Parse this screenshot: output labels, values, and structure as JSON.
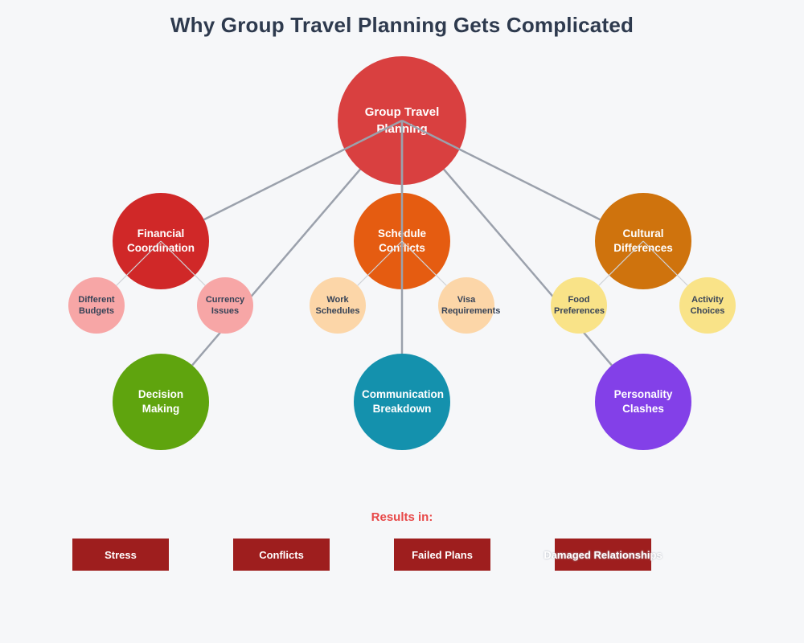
{
  "title": "Why Group Travel Planning Gets Complicated",
  "palette": {
    "background": "#f6f7f9",
    "title_text": "#2e3a4e",
    "edge_thick": "#9ba1ac",
    "edge_thin": "#d0d3d8",
    "node_text_light": "#ffffff",
    "node_text_dark": "#374357"
  },
  "center_node": {
    "label": "Group Travel Planning",
    "color": "#d94040"
  },
  "branches": [
    {
      "label": "Financial Coordination",
      "color": "#d02828",
      "children": [
        {
          "label": "Different Budgets",
          "color": "#f7a6a6"
        },
        {
          "label": "Currency Issues",
          "color": "#f7a6a6"
        }
      ]
    },
    {
      "label": "Schedule Conflicts",
      "color": "#e55c11",
      "children": [
        {
          "label": "Work Schedules",
          "color": "#fcd6a8"
        },
        {
          "label": "Visa Requirements",
          "color": "#fcd6a8"
        }
      ]
    },
    {
      "label": "Cultural Differences",
      "color": "#cf730d",
      "children": [
        {
          "label": "Food Preferences",
          "color": "#f9e388"
        },
        {
          "label": "Activity Choices",
          "color": "#f9e388"
        }
      ]
    },
    {
      "label": "Decision Making",
      "color": "#5fa40e",
      "children": []
    },
    {
      "label": "Communication Breakdown",
      "color": "#1491ad",
      "children": []
    },
    {
      "label": "Personality Clashes",
      "color": "#8340e8",
      "children": []
    }
  ],
  "results": {
    "heading": "Results in:",
    "heading_color": "#e84848",
    "box_color": "#9e1e1e",
    "items": [
      "Stress",
      "Conflicts",
      "Failed Plans",
      "Damaged Relationships"
    ]
  }
}
